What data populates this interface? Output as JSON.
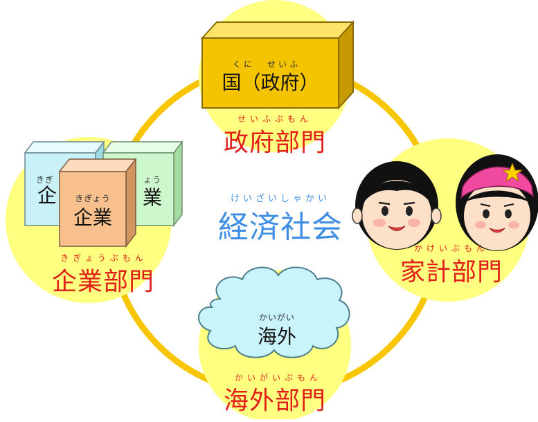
{
  "colors": {
    "ring": "#f7c600",
    "circle_fill": "#ffff80",
    "sector_label": "#e0201a",
    "center_label": "#3f8ee6",
    "gov_box": "#f4c400",
    "company_blue": "#c8f2f8",
    "company_green": "#cdf7cc",
    "company_orange": "#f8c08c",
    "cloud": "#c9f4fb"
  },
  "center": {
    "ruby": "けいざいしゃかい",
    "label": "経済社会"
  },
  "government": {
    "ruby": "せいふぶもん",
    "label": "政府部門",
    "box_ruby_left": "くに",
    "box_ruby_right": "せいふ",
    "box_label": "国（政府）"
  },
  "company": {
    "ruby": "きぎょうぶもん",
    "label": "企業部門",
    "box_ruby": "きぎょう",
    "box_label": "企業",
    "back_left_ruby": "きぎ",
    "back_left_label": "企",
    "back_right_ruby": "ょう",
    "back_right_label": "業"
  },
  "household": {
    "ruby": "かけいぶもん",
    "label": "家計部門",
    "icons": [
      "boy-face-icon",
      "girl-face-icon"
    ]
  },
  "overseas": {
    "ruby": "かいがいぶもん",
    "label": "海外部門",
    "cloud_ruby": "かいがい",
    "cloud_label": "海外"
  }
}
